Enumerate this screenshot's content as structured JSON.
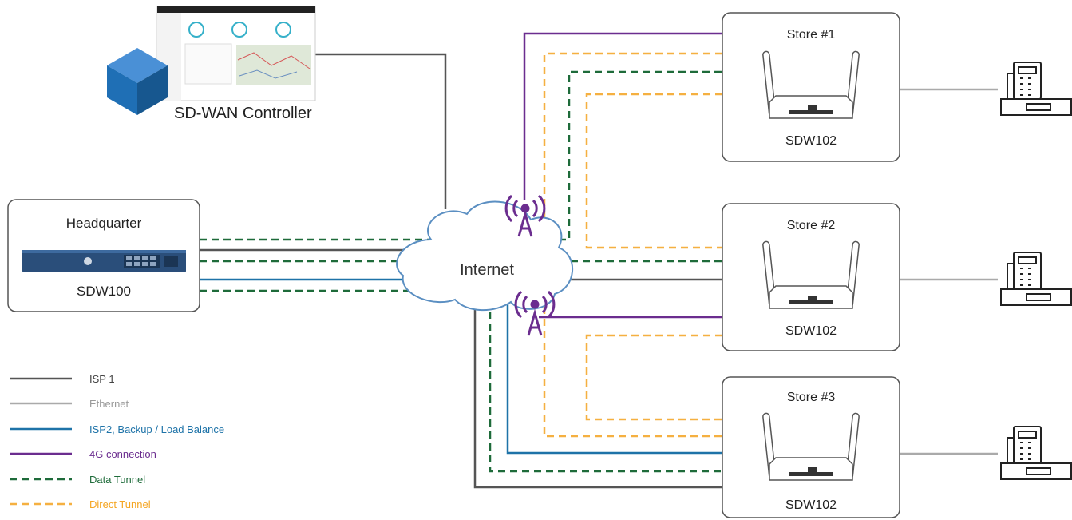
{
  "controller": {
    "label": "SD-WAN Controller"
  },
  "cloud": {
    "label": "Internet"
  },
  "headquarter": {
    "title": "Headquarter",
    "device": "SDW100"
  },
  "stores": [
    {
      "title": "Store #1",
      "device": "SDW102"
    },
    {
      "title": "Store #2",
      "device": "SDW102"
    },
    {
      "title": "Store #3",
      "device": "SDW102"
    }
  ],
  "legend": [
    {
      "label": "ISP 1",
      "color": "#555555",
      "dash": false
    },
    {
      "label": "Ethernet",
      "color": "#aaaaaa",
      "dash": false
    },
    {
      "label": "ISP2, Backup / Load Balance",
      "color": "#1e73a8",
      "dash": false
    },
    {
      "label": "4G connection",
      "color": "#6b2d8f",
      "dash": false
    },
    {
      "label": "Data Tunnel",
      "color": "#1e6b3a",
      "dash": true
    },
    {
      "label": "Direct Tunnel",
      "color": "#f5b041",
      "dash": true
    }
  ],
  "colors": {
    "isp1": "#555555",
    "ethernet": "#aaaaaa",
    "isp2": "#1e73a8",
    "fourg": "#6b2d8f",
    "data_tunnel": "#1e6b3a",
    "direct_tunnel": "#f5b041",
    "cube": "#1f6fb5"
  }
}
